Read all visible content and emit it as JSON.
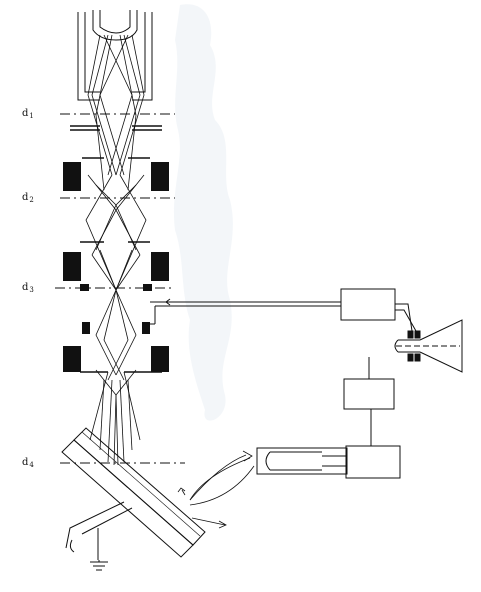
{
  "labels": {
    "d1": {
      "main": "d",
      "sub": "1"
    },
    "d2": {
      "main": "d",
      "sub": "2"
    },
    "d3": {
      "main": "d",
      "sub": "3"
    },
    "d4": {
      "main": "d",
      "sub": "4"
    }
  },
  "colors": {
    "ink": "#111111",
    "paper": "#ffffff",
    "smudge": "#eef2f7"
  }
}
